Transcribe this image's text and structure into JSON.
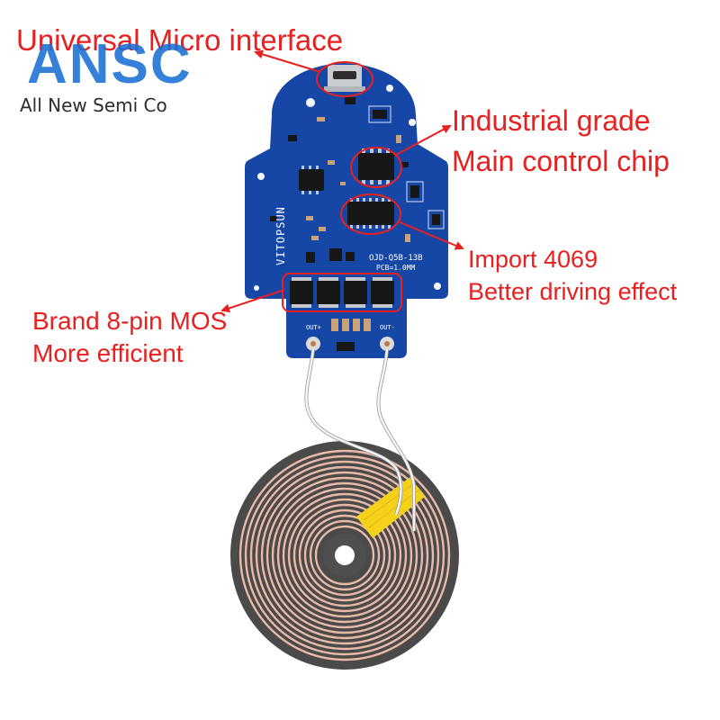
{
  "logo": {
    "text": "ANSC",
    "tagline": "All New Semi Co"
  },
  "annotations": {
    "micro_interface": "Universal Micro interface",
    "main_chip": {
      "line1": "Industrial grade",
      "line2": "Main control chip"
    },
    "driver": {
      "line1": "Import 4069",
      "line2": "Better driving effect"
    },
    "mos": {
      "line1": "Brand 8-pin MOS",
      "line2": "More efficient"
    }
  },
  "board": {
    "brand": "VITOPSUN",
    "model": "OJD-Q5B-13B",
    "thickness": "PCB=1.0MM",
    "out_pos": "OUT+",
    "out_neg": "OUT-"
  },
  "colors": {
    "annotation": "#e8201f",
    "logo": "#1a6fd4",
    "board": "#1747a6",
    "coil_disc": "#4a4a4a",
    "copper": "#e8b9a6",
    "tape": "#f5d21a"
  }
}
